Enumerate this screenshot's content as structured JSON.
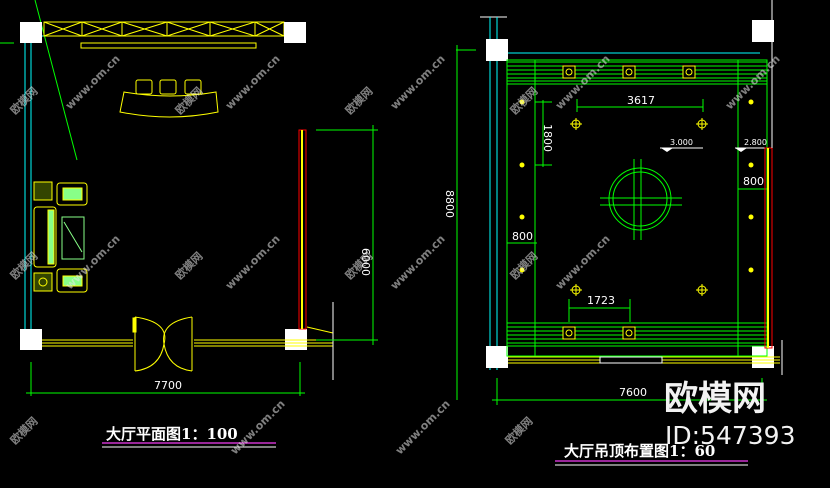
{
  "plan_left": {
    "title": "大厅平面图1：100",
    "dim_width": "7700",
    "dim_height": "6000"
  },
  "plan_right": {
    "title": "大厅吊顶布置图1：60",
    "dim_width": "7600",
    "dim_height": "8800",
    "dim_inner_top": "3617",
    "dim_inner_bottom": "1723",
    "dim_side_left": "1800",
    "dim_offset_left": "800",
    "dim_offset_right": "800",
    "level_center": "3.000",
    "level_edge": "2.800"
  },
  "watermark": {
    "brand": "欧模网",
    "id": "ID:547393",
    "url": "www.om.cn"
  },
  "colors": {
    "background": "#000000",
    "wall": "#ffff00",
    "axis": "#00ffff",
    "dimension": "#00ff00",
    "column": "#ffffff",
    "window_frame": "#ff0000",
    "underline": "#cc33cc"
  }
}
